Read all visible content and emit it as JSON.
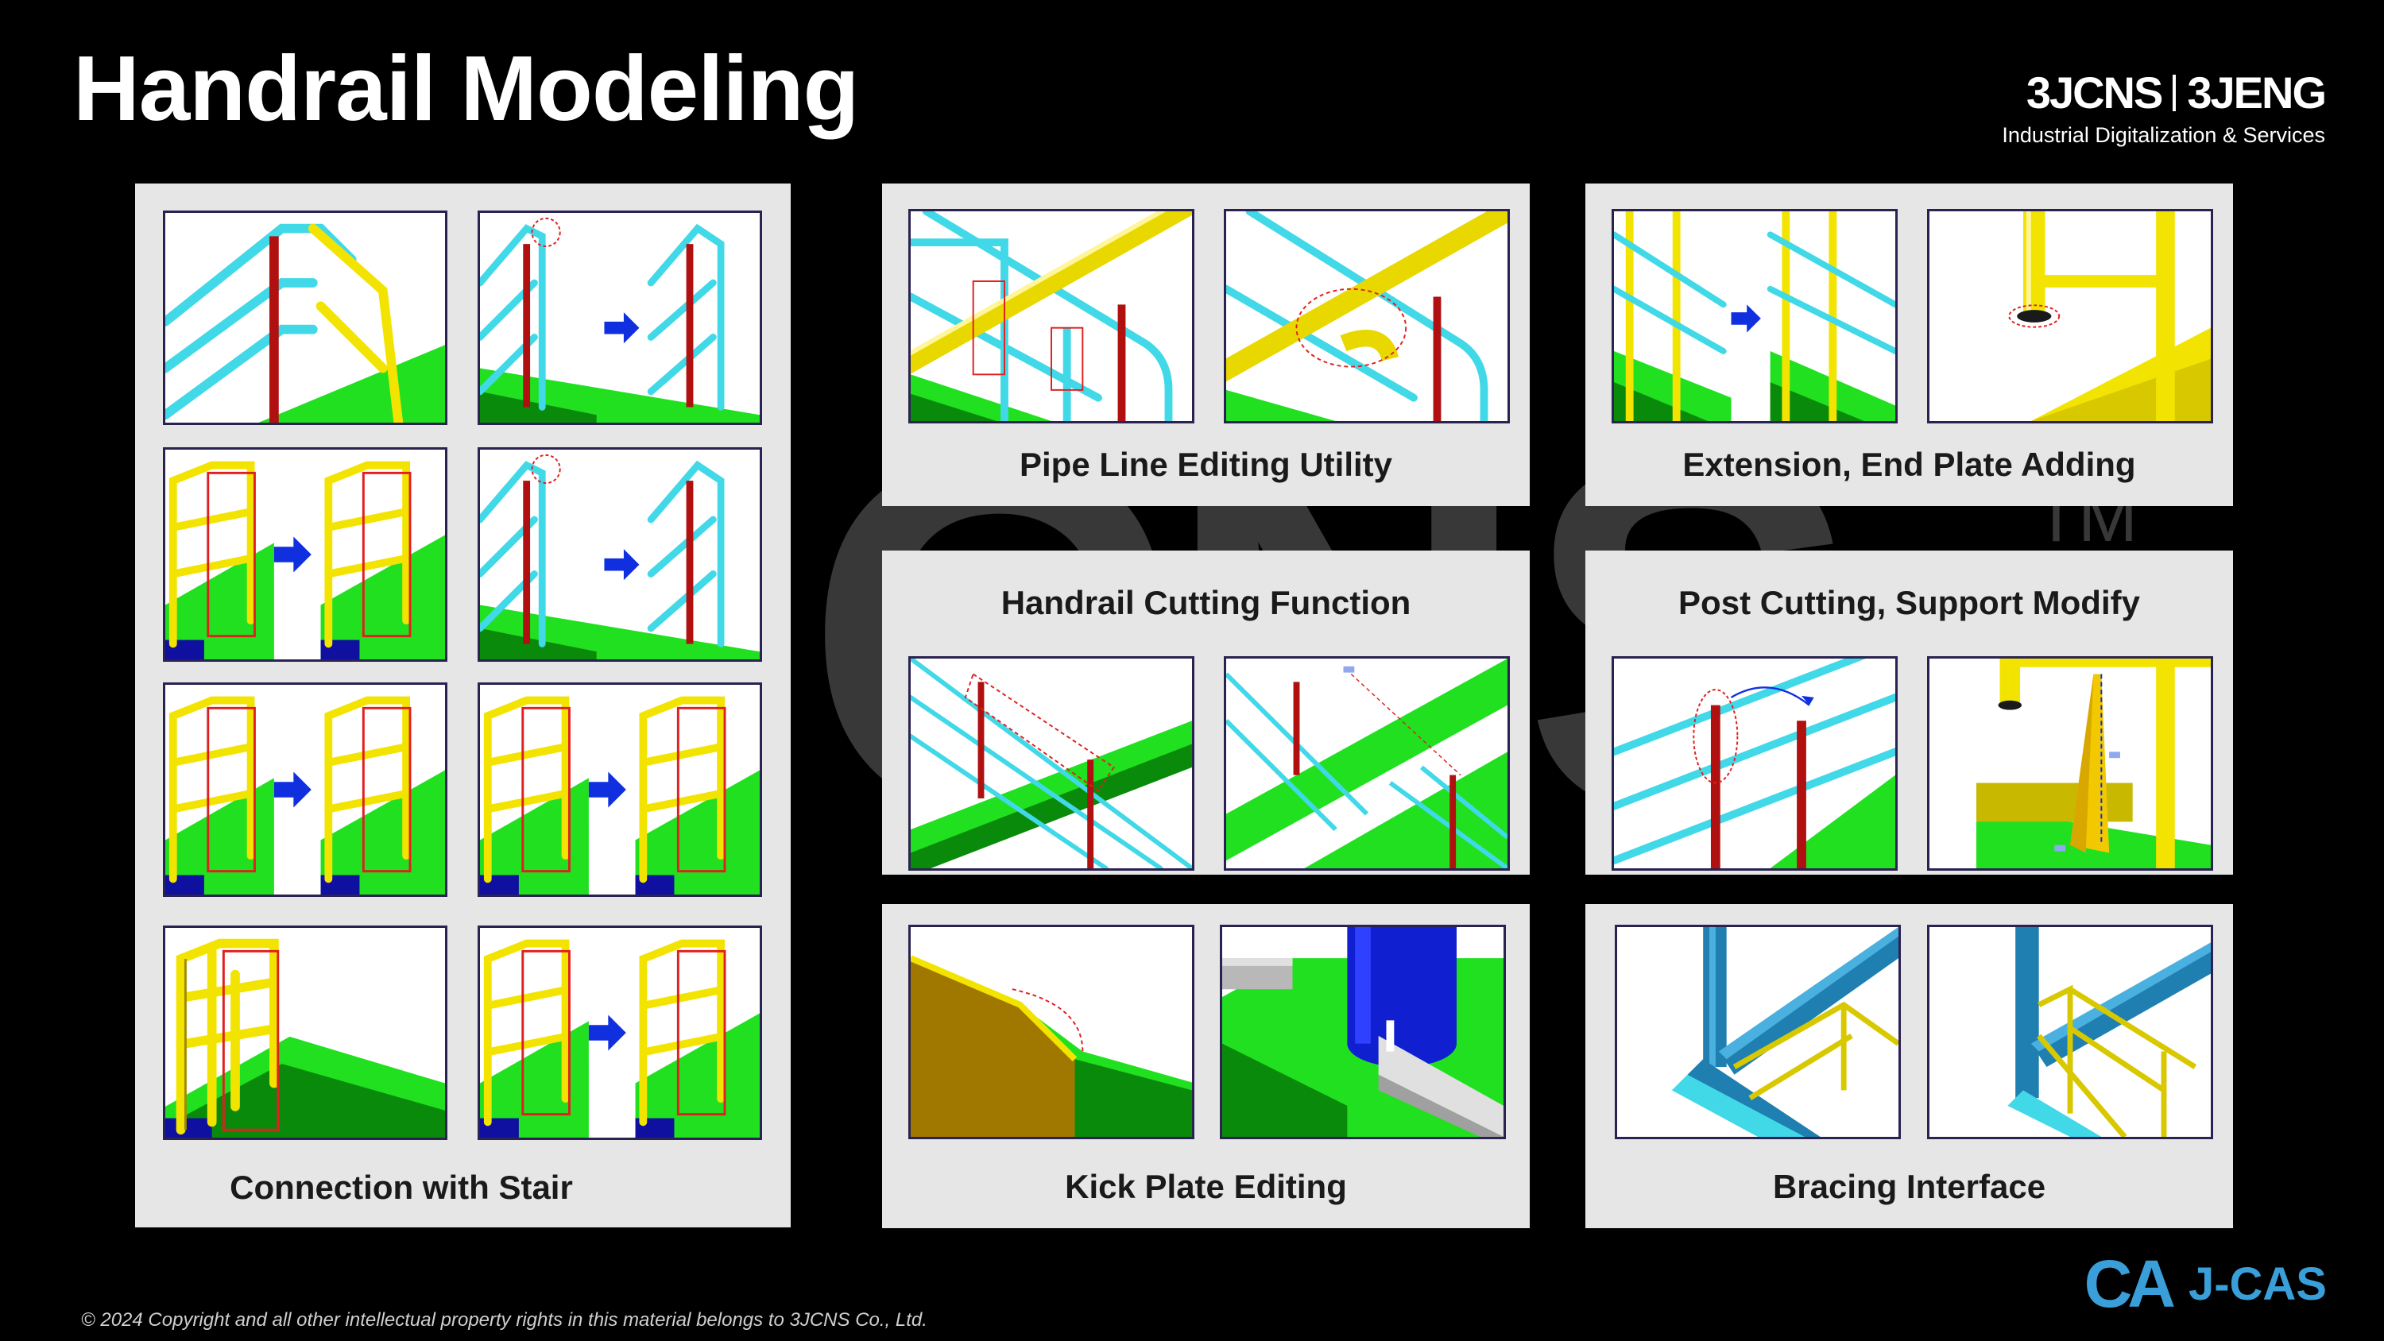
{
  "header": {
    "title": "Handrail Modeling",
    "brand_left": "3JCNS",
    "brand_right": "3JENG",
    "brand_sub": "Industrial Digitalization & Services"
  },
  "watermark": {
    "text": "3JCNS",
    "tm": "TM"
  },
  "panels": {
    "connection_with_stair": "Connection with Stair",
    "pipe_line_editing": "Pipe Line Editing Utility",
    "extension_end_plate": "Extension, End Plate Adding",
    "handrail_cutting": "Handrail Cutting Function",
    "post_cutting": "Post Cutting, Support Modify",
    "kick_plate_editing": "Kick Plate Editing",
    "bracing_interface": "Bracing Interface"
  },
  "footer": {
    "copyright": "© 2024 Copyright and all other intellectual property rights in this material belongs to 3JCNS Co., Ltd."
  },
  "logo": {
    "mark": "CA",
    "name": "J-CAS"
  },
  "colors": {
    "background": "#000000",
    "panel": "#e6e6e6",
    "rail_cyan": "#41d8e8",
    "rail_yellow": "#f2e400",
    "post_red": "#b01010",
    "floor_green": "#20e020",
    "steel_blue": "#1f7fb0",
    "arrow_blue": "#1030e0",
    "logo_blue": "#3a9ed8"
  }
}
